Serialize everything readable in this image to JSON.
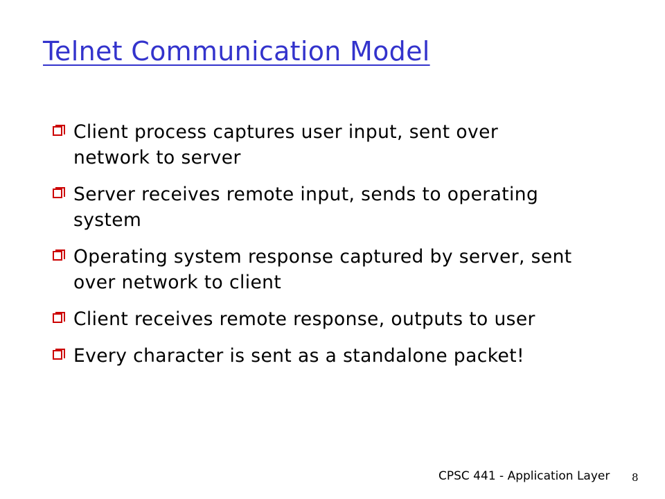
{
  "slide": {
    "title": "Telnet Communication Model",
    "bullets": [
      "Client process captures user input, sent over network to server",
      "Server receives remote input, sends to operating system",
      "Operating system response captured by server, sent over network to client",
      "Client receives remote response, outputs to user",
      "Every character is sent as a standalone packet!"
    ],
    "footer": "CPSC 441 - Application Layer",
    "page_number": "8"
  },
  "colors": {
    "title": "#3333cc",
    "bullet_marker": "#cc0000",
    "text": "#000000",
    "background": "#ffffff"
  }
}
